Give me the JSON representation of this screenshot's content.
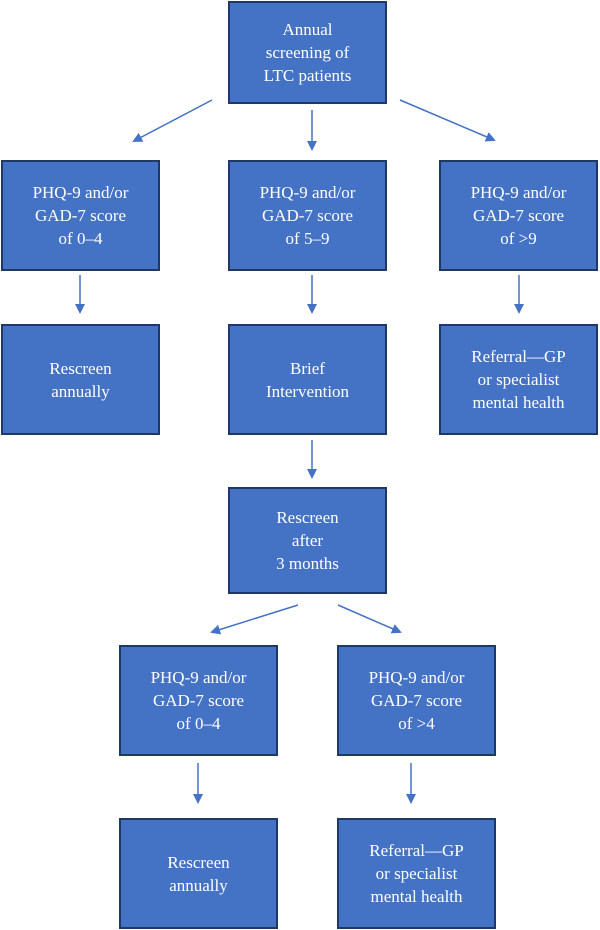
{
  "flowchart": {
    "start": {
      "lines": [
        "Annual",
        "screening of",
        "LTC patients"
      ]
    },
    "score_low": {
      "lines": [
        "PHQ-9 and/or",
        "GAD-7 score",
        "of 0–4"
      ]
    },
    "score_mid": {
      "lines": [
        "PHQ-9 and/or",
        "GAD-7 score",
        "of 5–9"
      ]
    },
    "score_high": {
      "lines": [
        "PHQ-9 and/or",
        "GAD-7 score",
        "of >9"
      ]
    },
    "rescreen_annually_1": {
      "lines": [
        "Rescreen",
        "annually"
      ]
    },
    "brief_intervention": {
      "lines": [
        "Brief",
        "Intervention"
      ]
    },
    "referral_1": {
      "lines": [
        "Referral—GP",
        "or specialist",
        "mental health"
      ]
    },
    "rescreen_3_months": {
      "lines": [
        "Rescreen",
        "after",
        "3 months"
      ]
    },
    "rescore_low": {
      "lines": [
        "PHQ-9 and/or",
        "GAD-7 score",
        "of 0–4"
      ]
    },
    "rescore_high": {
      "lines": [
        "PHQ-9 and/or",
        "GAD-7 score",
        "of >4"
      ]
    },
    "rescreen_annually_2": {
      "lines": [
        "Rescreen",
        "annually"
      ]
    },
    "referral_2": {
      "lines": [
        "Referral—GP",
        "or specialist",
        "mental health"
      ]
    }
  },
  "colors": {
    "box_fill": "#4472c4",
    "box_border": "#1f3864",
    "arrow": "#4472c4",
    "text": "#ffffff"
  }
}
